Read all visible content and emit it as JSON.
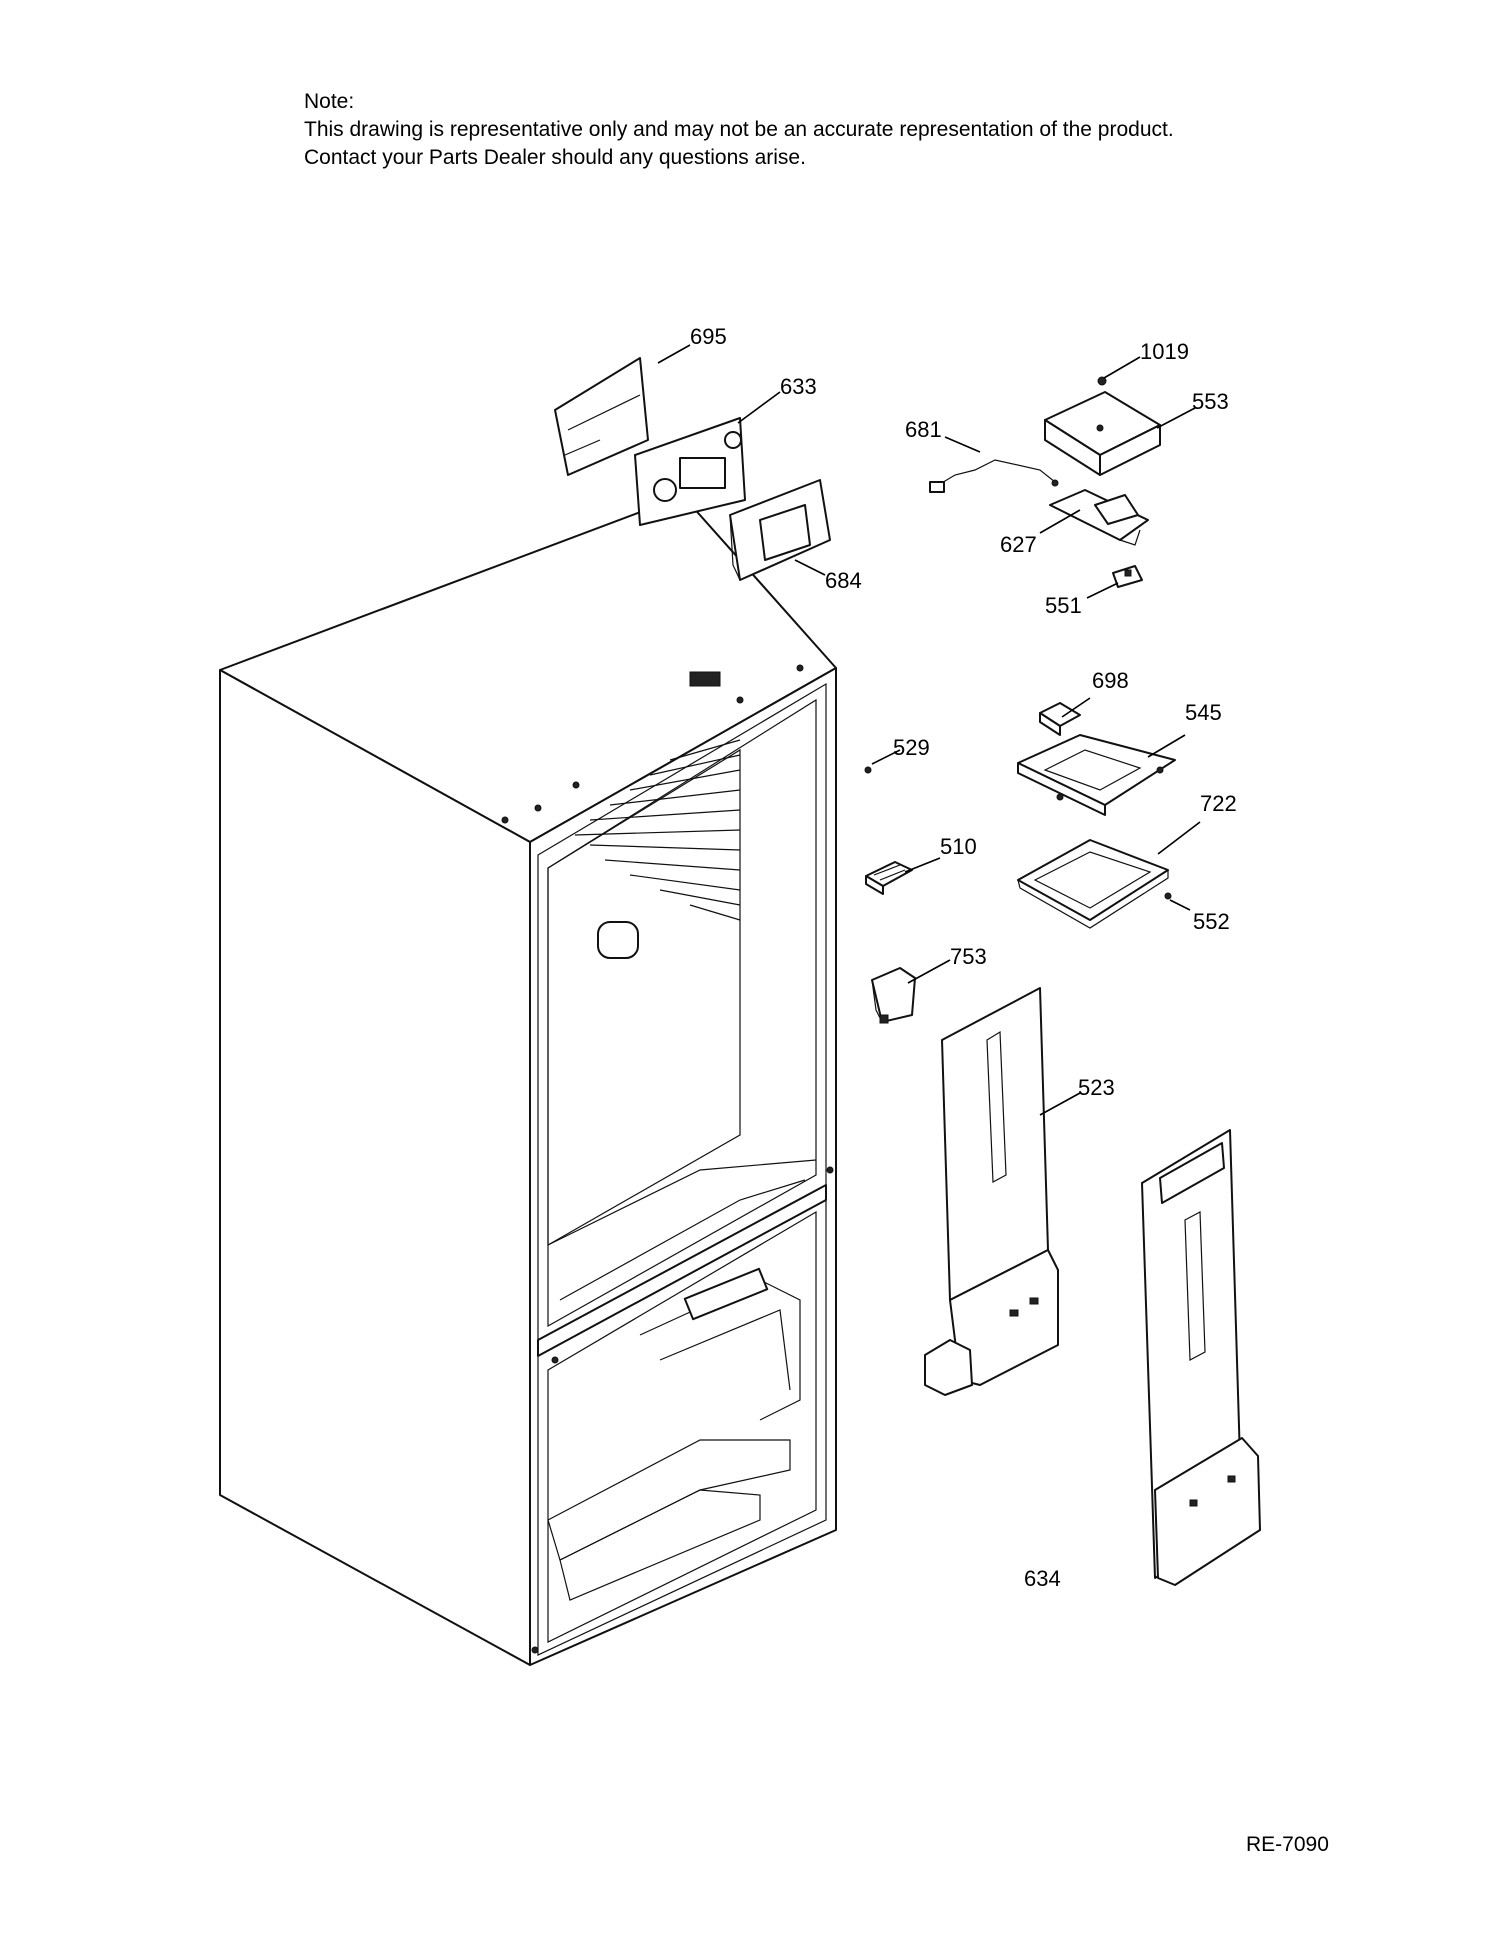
{
  "note": {
    "heading": "Note:",
    "line1": "This drawing is representative only and may not be an accurate representation of the product.",
    "line2": "Contact your Parts Dealer should any questions arise."
  },
  "part_labels": {
    "p695": "695",
    "p633": "633",
    "p684": "684",
    "p1019": "1019",
    "p553": "553",
    "p681": "681",
    "p627": "627",
    "p551": "551",
    "p698": "698",
    "p545": "545",
    "p529": "529",
    "p722": "722",
    "p510": "510",
    "p552": "552",
    "p753": "753",
    "p523": "523",
    "p634": "634"
  },
  "drawing_code": "RE-7090"
}
